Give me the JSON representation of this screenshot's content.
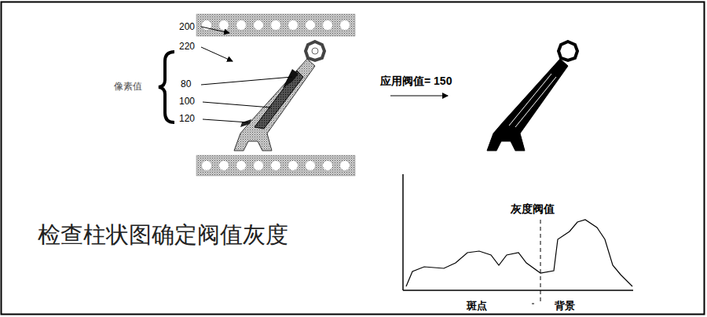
{
  "diagram": {
    "title": "检查柱状图确定阀值灰度",
    "labels": [
      "像素值",
      "200",
      "220",
      "80",
      "100",
      "120",
      "应用阀值= 150",
      "灰度阀值",
      "斑点",
      "背景"
    ]
  }
}
